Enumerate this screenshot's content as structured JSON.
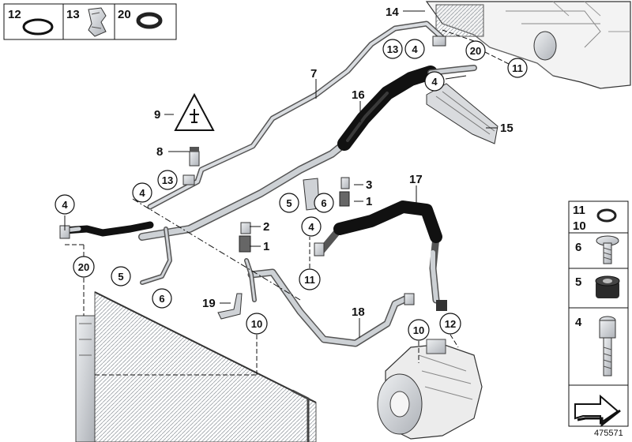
{
  "legend_top": [
    {
      "number": "12",
      "icon": "o-ring-icon"
    },
    {
      "number": "13",
      "icon": "clip-icon"
    },
    {
      "number": "20",
      "icon": "seal-ring-icon"
    }
  ],
  "legend_right": [
    {
      "numbers": [
        "11",
        "10"
      ],
      "icon": "o-ring-icon"
    },
    {
      "numbers": [
        "6"
      ],
      "icon": "flange-screw-icon"
    },
    {
      "numbers": [
        "5"
      ],
      "icon": "rubber-grommet-icon"
    },
    {
      "numbers": [
        "4"
      ],
      "icon": "torx-bolt-icon"
    }
  ],
  "plain_labels": [
    {
      "id": "label-14",
      "text": "14"
    },
    {
      "id": "label-7",
      "text": "7"
    },
    {
      "id": "label-16",
      "text": "16"
    },
    {
      "id": "label-15",
      "text": "15"
    },
    {
      "id": "label-9",
      "text": "9"
    },
    {
      "id": "label-8",
      "text": "8"
    },
    {
      "id": "label-3",
      "text": "3"
    },
    {
      "id": "label-1a",
      "text": "1"
    },
    {
      "id": "label-17",
      "text": "17"
    },
    {
      "id": "label-2",
      "text": "2"
    },
    {
      "id": "label-1b",
      "text": "1"
    },
    {
      "id": "label-19",
      "text": "19"
    },
    {
      "id": "label-18",
      "text": "18"
    }
  ],
  "circle_labels": [
    {
      "id": "c-13a",
      "text": "13"
    },
    {
      "id": "c-4a",
      "text": "4"
    },
    {
      "id": "c-20a",
      "text": "20"
    },
    {
      "id": "c-11a",
      "text": "11"
    },
    {
      "id": "c-4b",
      "text": "4"
    },
    {
      "id": "c-13b",
      "text": "13"
    },
    {
      "id": "c-4c",
      "text": "4"
    },
    {
      "id": "c-4d",
      "text": "4"
    },
    {
      "id": "c-5a",
      "text": "5"
    },
    {
      "id": "c-6a",
      "text": "6"
    },
    {
      "id": "c-4e",
      "text": "4"
    },
    {
      "id": "c-20b",
      "text": "20"
    },
    {
      "id": "c-5b",
      "text": "5"
    },
    {
      "id": "c-6b",
      "text": "6"
    },
    {
      "id": "c-11b",
      "text": "11"
    },
    {
      "id": "c-10a",
      "text": "10"
    },
    {
      "id": "c-10b",
      "text": "10"
    },
    {
      "id": "c-12",
      "text": "12"
    }
  ],
  "diagram_number": "475571",
  "colors": {
    "line": "#222222",
    "pipe": "#bfc3c8",
    "hose": "#1a1a1a",
    "part_fill": "#d7d9dc",
    "frame": "#111111"
  }
}
